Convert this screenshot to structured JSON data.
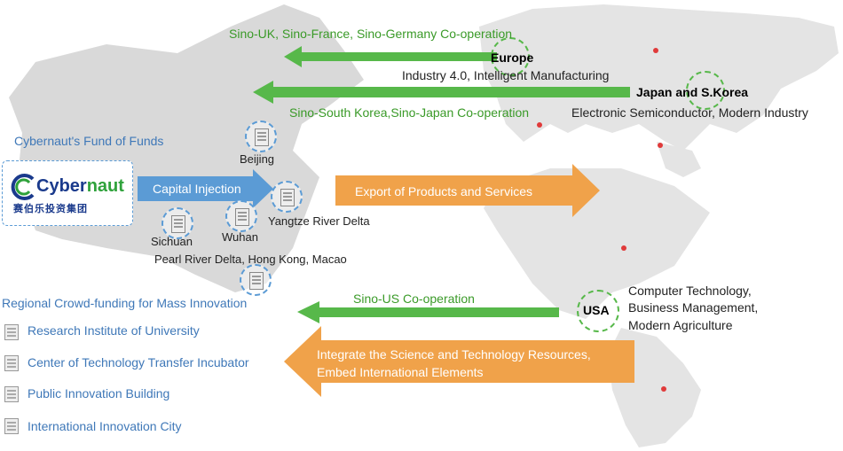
{
  "europe_coop": "Sino-UK, Sino-France, Sino-Germany Co-operation",
  "europe_label": "Europe",
  "europe_desc": "Industry 4.0, Intelligent Manufacturing",
  "japan_label": "Japan and S.Korea",
  "japan_coop": "Sino-South Korea,Sino-Japan Co-operation",
  "japan_desc": "Electronic Semiconductor, Modern Industry",
  "fund_title": "Cybernaut's Fund of Funds",
  "logo": {
    "word_main": "Cyber",
    "word_accent": "naut",
    "chinese": "赛伯乐投资集团"
  },
  "capital_injection": "Capital Injection",
  "export": "Export of Products and Services",
  "cities": {
    "beijing": "Beijing",
    "yangtze": "Yangtze River Delta",
    "sichuan": "Sichuan",
    "wuhan": "Wuhan",
    "pearl": "Pearl River Delta, Hong Kong, Macao"
  },
  "us_coop": "Sino-US Co-operation",
  "usa_label": "USA",
  "usa_desc": [
    "Computer Technology,",
    "Business Management,",
    "Modern Agriculture"
  ],
  "integrate": [
    "Integrate the Science and Technology Resources,",
    "Embed International Elements"
  ],
  "regional_title": "Regional Crowd-funding for Mass Innovation",
  "regional_items": [
    {
      "label": "Research Institute of University",
      "icon": "research-institute-icon"
    },
    {
      "label": "Center of Technology Transfer Incubator",
      "icon": "incubator-icon"
    },
    {
      "label": "Public Innovation Building",
      "icon": "innovation-building-icon"
    },
    {
      "label": "International Innovation City",
      "icon": "innovation-city-icon"
    }
  ],
  "colors": {
    "green": "#3a9a28",
    "orange": "#f0a24a",
    "blue": "#5b9bd5",
    "map": "#d9d9d9",
    "text_blue": "#3f78b8"
  }
}
